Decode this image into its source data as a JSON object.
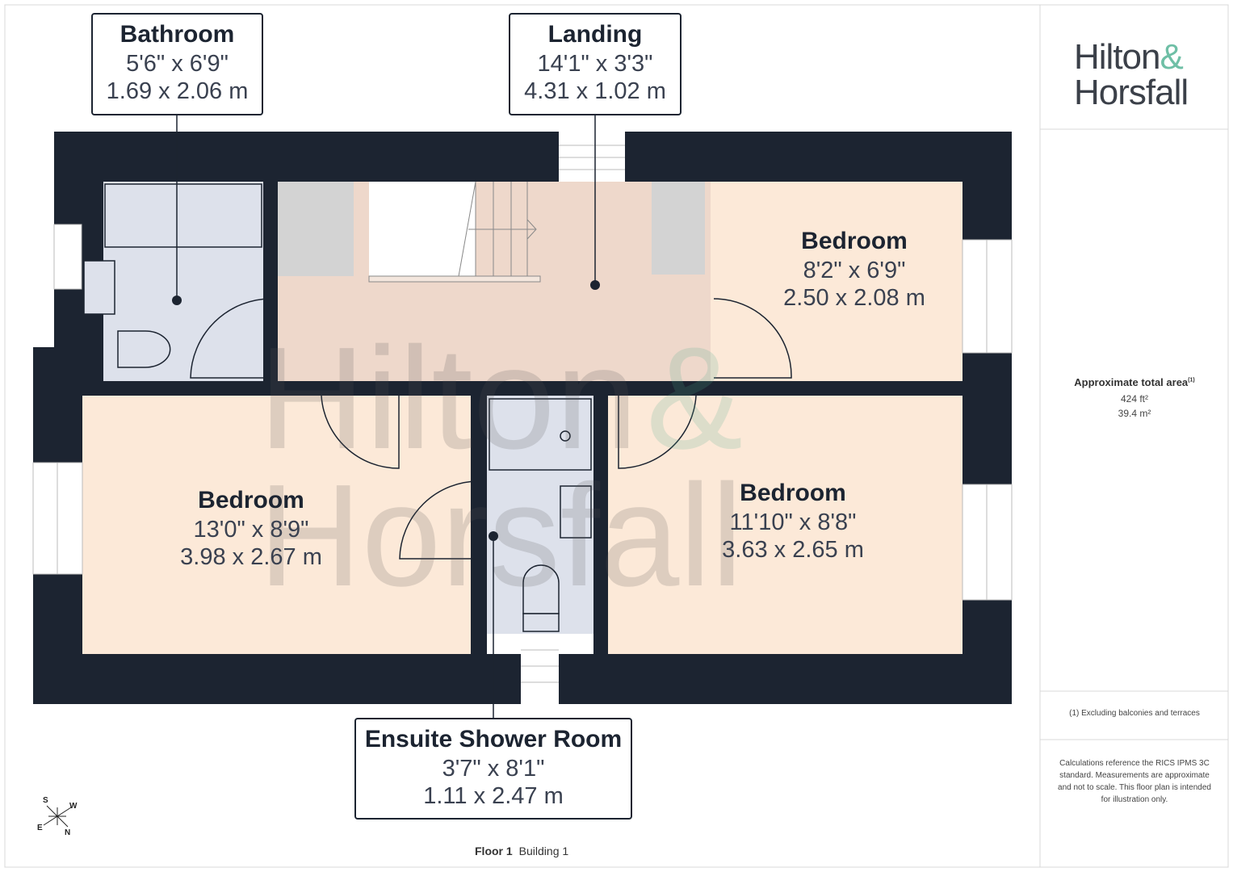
{
  "brand": {
    "logo_line1": "Hilton",
    "logo_amp": "&",
    "logo_line2": "Horsfall",
    "accent": "#6fbfa6"
  },
  "rooms": [
    {
      "id": "bathroom",
      "name": "Bathroom",
      "imperial": "5'6\" x 6'9\"",
      "metric": "1.69 x 2.06 m",
      "color": "#dde1eb"
    },
    {
      "id": "landing",
      "name": "Landing",
      "imperial": "14'1\" x 3'3\"",
      "metric": "4.31 x 1.02 m",
      "color": "#eed8cb"
    },
    {
      "id": "bedroom_small",
      "name": "Bedroom",
      "imperial": "8'2\" x 6'9\"",
      "metric": "2.50 x 2.08 m",
      "color": "#fce9d8"
    },
    {
      "id": "bedroom_left",
      "name": "Bedroom",
      "imperial": "13'0\" x 8'9\"",
      "metric": "3.98 x 2.67 m",
      "color": "#fce9d8"
    },
    {
      "id": "bedroom_right",
      "name": "Bedroom",
      "imperial": "11'10\" x 8'8\"",
      "metric": "3.63 x 2.65 m",
      "color": "#fce9d8"
    },
    {
      "id": "ensuite",
      "name": "Ensuite Shower Room",
      "imperial": "3'7\" x 8'1\"",
      "metric": "1.11 x 2.47 m",
      "color": "#dde1eb"
    }
  ],
  "watermark": {
    "line1": "Hilton",
    "amp": "&",
    "line2": "Horsfall"
  },
  "area": {
    "title": "Approximate total area",
    "footnote_mark": "(1)",
    "imperial": "424 ft²",
    "metric": "39.4 m²"
  },
  "footnote": "(1) Excluding balconies and terraces",
  "disclaimer": "Calculations reference the RICS IPMS 3C standard. Measurements are approximate and not to scale. This floor plan is intended for illustration only.",
  "floor": {
    "label": "Floor 1",
    "building": "Building 1"
  },
  "compass": {
    "s": "S",
    "w": "W",
    "e": "E",
    "n": "N"
  },
  "colors": {
    "wall": "#1c2431",
    "bath": "#dde1eb",
    "landing": "#eed8cb",
    "bedroom": "#fce9d8",
    "fixture": "#d3d3d3"
  }
}
